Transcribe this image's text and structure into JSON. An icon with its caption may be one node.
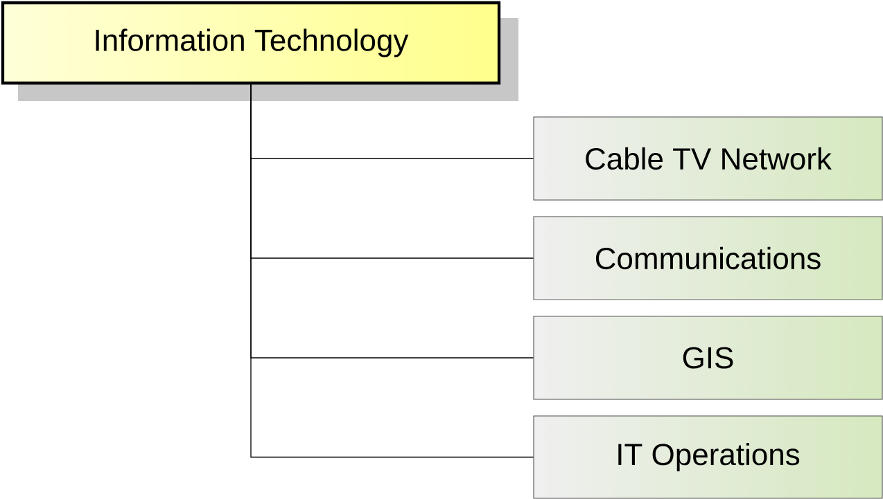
{
  "diagram": {
    "nodes": [
      {
        "text": [
          "Information Technology"
        ]
      },
      {
        "text": [
          "Cable TV Network"
        ]
      },
      {
        "text": [
          "Communications"
        ]
      },
      {
        "text": [
          "GIS"
        ]
      },
      {
        "text": [
          "IT Operations"
        ]
      }
    ],
    "edges": [
      {
        "from": 0,
        "to": 1,
        "arrow": "none"
      },
      {
        "from": 0,
        "to": 2,
        "arrow": "none"
      },
      {
        "from": 0,
        "to": 3,
        "arrow": "none"
      },
      {
        "from": 0,
        "to": 4,
        "arrow": "none"
      }
    ]
  }
}
